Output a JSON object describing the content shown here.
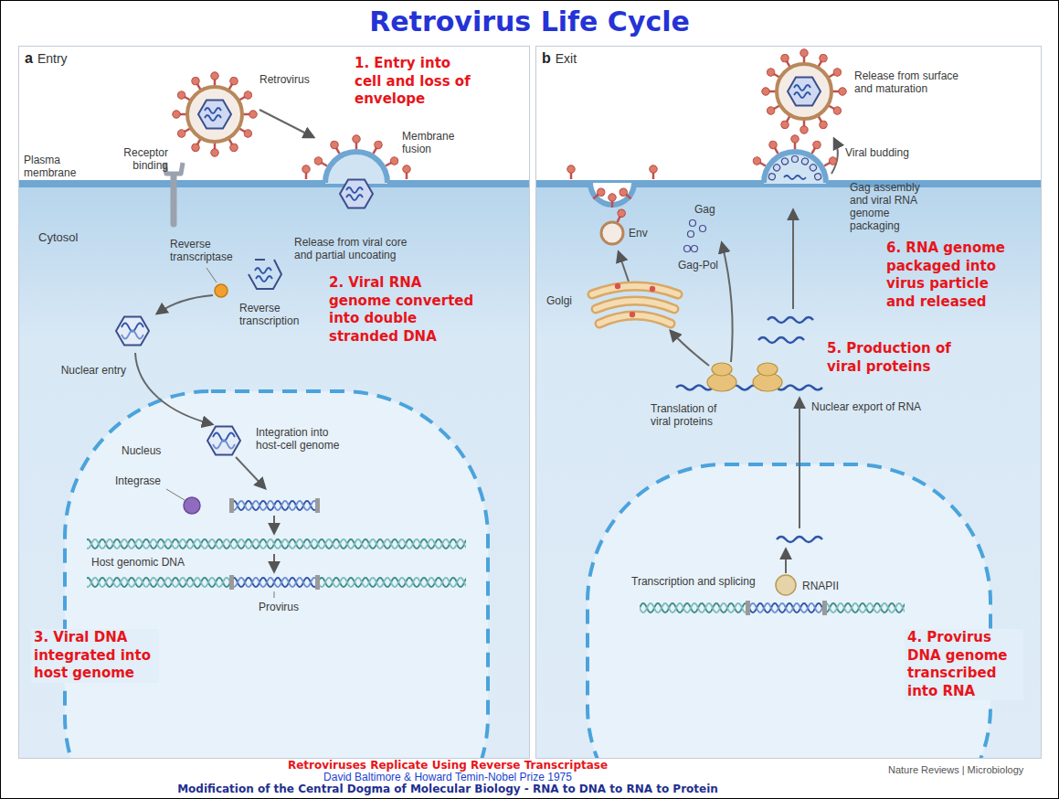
{
  "diagram": {
    "title": "Retrovirus Life Cycle",
    "nodes": [
      {
        "text": [
          "a",
          "Entry"
        ]
      },
      {
        "text": [
          "Nucleus"
        ],
        "in": 0
      },
      {
        "text": [
          "b",
          "Exit"
        ]
      },
      {
        "text": [
          "Transcription and splicing"
        ],
        "in": 2
      }
    ],
    "labels": [
      "Plasma membrane",
      "Receptor binding",
      "Retrovirus",
      "Membrane fusion",
      "1. Entry into cell and loss of envelope",
      "Cytosol",
      "Reverse transcriptase",
      "Release from viral core and partial uncoating",
      "Reverse transcription",
      "2. Viral RNA genome converted into double stranded DNA",
      "Nuclear entry",
      "Integration into host-cell genome",
      "Integrase",
      "Host genomic DNA",
      "Provirus",
      "3. Viral DNA integrated into host genome",
      "Release from surface and maturation",
      "Viral budding",
      "Gag assembly and viral RNA genome packaging",
      "Env",
      "Gag",
      "Gag-Pol",
      "Golgi",
      "6. RNA genome packaged into virus particle and released",
      "5. Production of viral proteins",
      "Translation of viral proteins",
      "Nuclear export of RNA",
      "RNAPII",
      "4. Provirus DNA genome transcribed into RNA",
      "Retroviruses Replicate Using Reverse Transcriptase",
      "David Baltimore & Howard Temin-Nobel Prize 1975",
      "Modification of the Central Dogma of Molecular Biology - RNA to DNA to RNA to Protein",
      "Nature Reviews | Microbiology"
    ]
  }
}
